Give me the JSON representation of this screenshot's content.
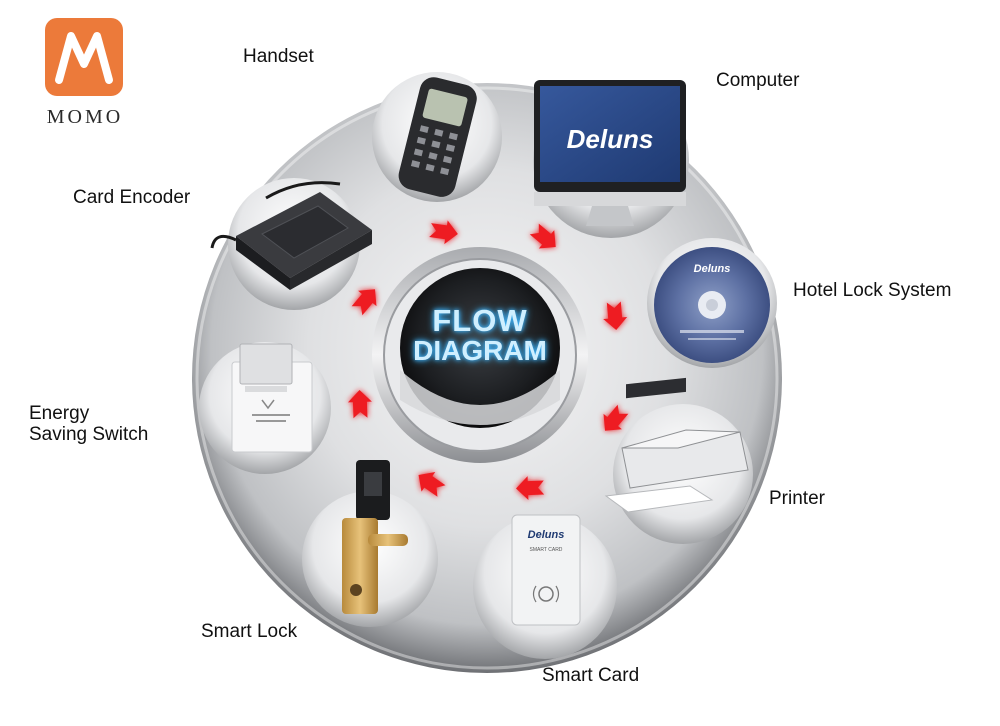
{
  "logo": {
    "text": "MOMO",
    "color": "#ec7a3a"
  },
  "center": {
    "line1": "FLOW",
    "line2": "DIAGRAM"
  },
  "brand": "Deluns",
  "card_text": "SMART CARD",
  "nodes": [
    {
      "id": "handset",
      "label": "Handset"
    },
    {
      "id": "computer",
      "label": "Computer"
    },
    {
      "id": "hotel-lock-system",
      "label": "Hotel Lock System"
    },
    {
      "id": "printer",
      "label": "Printer"
    },
    {
      "id": "smart-card",
      "label": "Smart Card"
    },
    {
      "id": "smart-lock",
      "label": "Smart Lock"
    },
    {
      "id": "energy-saving-switch",
      "label_line1": "Energy",
      "label_line2": "Saving Switch"
    },
    {
      "id": "card-encoder",
      "label": "Card Encoder"
    }
  ],
  "colors": {
    "arrow": "#ee1c24",
    "disc": "#d9dadc",
    "glow": "#3fb7ff"
  }
}
